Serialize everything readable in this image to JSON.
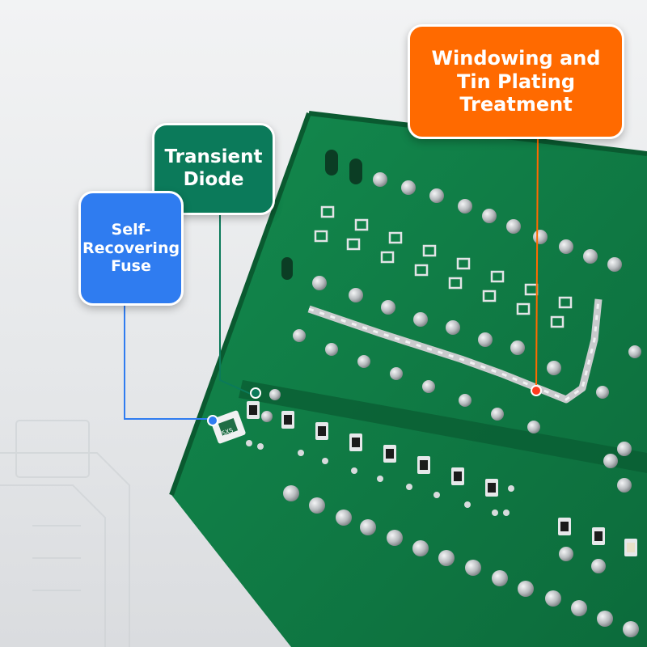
{
  "callouts": {
    "windowing": {
      "label": "Windowing and Tin Plating Treatment",
      "color": "#ff6a00"
    },
    "diode": {
      "label": "Transient Diode",
      "color": "#0b7a5a"
    },
    "fuse": {
      "label": "Self-Recovering Fuse",
      "color": "#2f7cf0"
    }
  },
  "board": {
    "component_marking": "5XS",
    "pcb_color": "#0f7a45",
    "tin_color": "#c9cbcd"
  }
}
